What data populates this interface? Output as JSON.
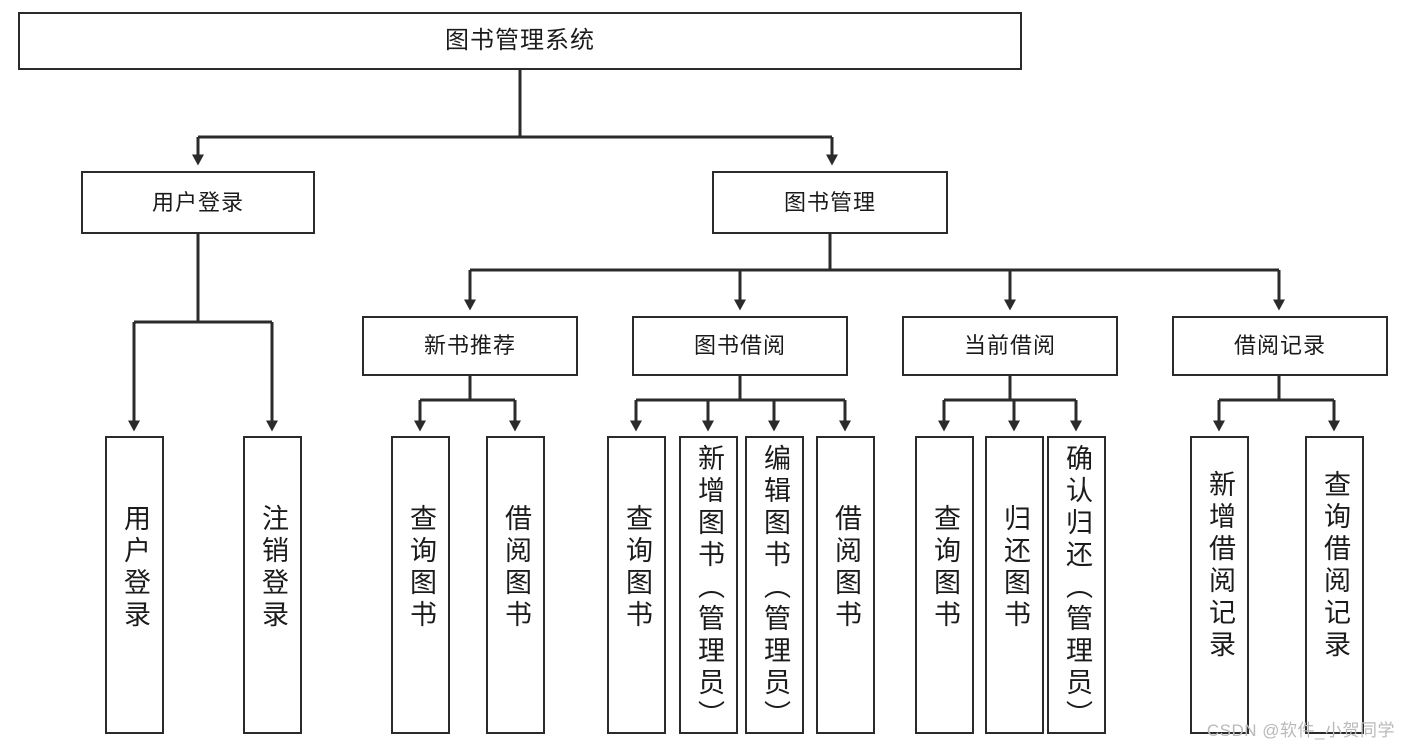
{
  "diagram": {
    "type": "tree-flowchart",
    "title": "图书管理系统",
    "watermark": "CSDN @软件_小贺同学",
    "colors": {
      "box_border": "#2b2b2b",
      "box_fill": "#ffffff",
      "connector": "#2b2b2b",
      "text": "#1b1b1b",
      "watermark": "#b9b9b9"
    },
    "nodes": {
      "root": {
        "label": "图书管理系统",
        "level": 1,
        "orientation": "horizontal"
      },
      "l2": [
        {
          "id": "user-login",
          "label": "用户登录",
          "level": 2,
          "orientation": "horizontal"
        },
        {
          "id": "book-manage",
          "label": "图书管理",
          "level": 2,
          "orientation": "horizontal"
        }
      ],
      "l3": [
        {
          "id": "new-book-rec",
          "label": "新书推荐",
          "level": 3,
          "orientation": "horizontal"
        },
        {
          "id": "book-borrow",
          "label": "图书借阅",
          "level": 3,
          "orientation": "horizontal"
        },
        {
          "id": "current-borrow",
          "label": "当前借阅",
          "level": 3,
          "orientation": "horizontal"
        },
        {
          "id": "borrow-record",
          "label": "借阅记录",
          "level": 3,
          "orientation": "horizontal"
        }
      ],
      "leaves": [
        {
          "id": "leaf-user-login",
          "label": "用户登录",
          "parent": "user-login",
          "orientation": "vertical"
        },
        {
          "id": "leaf-user-logout",
          "label": "注销登录",
          "parent": "user-login",
          "orientation": "vertical"
        },
        {
          "id": "leaf-query-book-1",
          "label": "查询图书",
          "parent": "new-book-rec",
          "orientation": "vertical"
        },
        {
          "id": "leaf-borrow-book-1",
          "label": "借阅图书",
          "parent": "new-book-rec",
          "orientation": "vertical"
        },
        {
          "id": "leaf-query-book-2",
          "label": "查询图书",
          "parent": "book-borrow",
          "orientation": "vertical"
        },
        {
          "id": "leaf-add-book",
          "label": "新增图书（管理员）",
          "parent": "book-borrow",
          "orientation": "vertical"
        },
        {
          "id": "leaf-edit-book",
          "label": "编辑图书（管理员）",
          "parent": "book-borrow",
          "orientation": "vertical"
        },
        {
          "id": "leaf-borrow-book-2",
          "label": "借阅图书",
          "parent": "book-borrow",
          "orientation": "vertical"
        },
        {
          "id": "leaf-query-book-3",
          "label": "查询图书",
          "parent": "current-borrow",
          "orientation": "vertical"
        },
        {
          "id": "leaf-return-book",
          "label": "归还图书",
          "parent": "current-borrow",
          "orientation": "vertical"
        },
        {
          "id": "leaf-confirm-return",
          "label": "确认归还（管理员）",
          "parent": "current-borrow",
          "orientation": "vertical"
        },
        {
          "id": "leaf-add-record",
          "label": "新增借阅记录",
          "parent": "borrow-record",
          "orientation": "vertical"
        },
        {
          "id": "leaf-query-record",
          "label": "查询借阅记录",
          "parent": "borrow-record",
          "orientation": "vertical"
        }
      ]
    }
  }
}
